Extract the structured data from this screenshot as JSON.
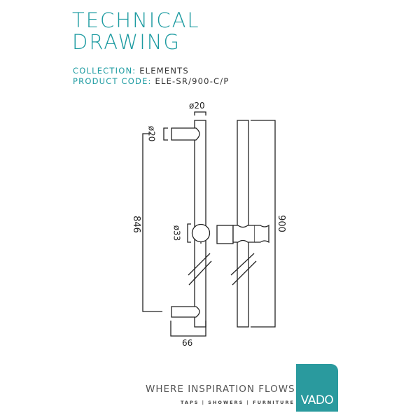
{
  "header": {
    "title_line1": "TECHNICAL",
    "title_line2": "DRAWING"
  },
  "meta": {
    "collection_label": "COLLECTION:",
    "collection_value": "ELEMENTS",
    "product_code_label": "PRODUCT CODE:",
    "product_code_value": "ELE-SR/900-C/P"
  },
  "drawing": {
    "dim_rail_diameter": "ø20",
    "dim_bracket_diameter": "ø20",
    "dim_bracket_centres": "846",
    "dim_slider_diameter": "ø33",
    "dim_projection": "66",
    "dim_rail_length": "900"
  },
  "footer": {
    "tagline": "WHERE INSPIRATION FLOWS",
    "categories": "TAPS | SHOWERS | FURNITURE",
    "logo_text": "VADO"
  },
  "colors": {
    "accent": "#1d9ba1",
    "logo_bg": "#2a9a9e"
  }
}
